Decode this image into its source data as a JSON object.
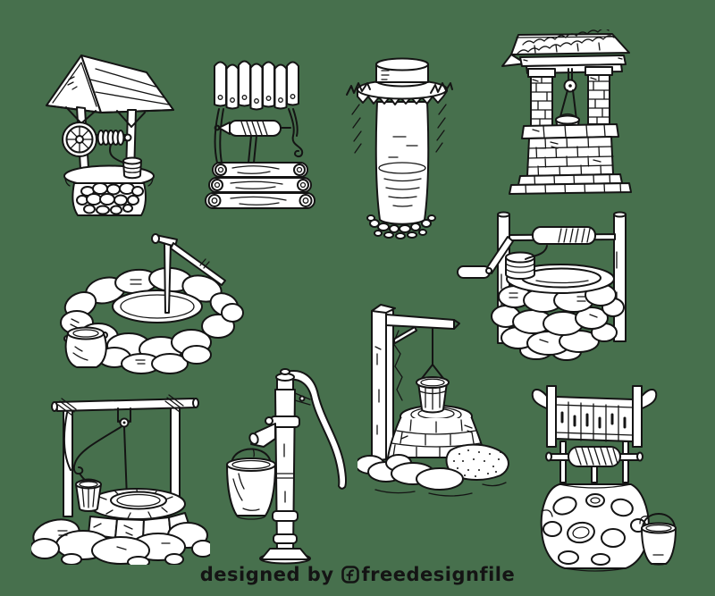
{
  "page": {
    "background": "#47704D",
    "ink": "#141414",
    "paper": "#ffffff"
  },
  "watermark": {
    "designed_by": "designed by",
    "brand": "freedesignfile",
    "logo": "freedesignfile-logo"
  },
  "illustrations": [
    {
      "id": "well-gable-roof-wheel",
      "alt": "Wishing well with shingled gable roof, spoked crank wheel, windlass coil, rope bucket and cobblestone base"
    },
    {
      "id": "well-log-plank-windlass",
      "alt": "Log well with vertical plank back, spindle roller with rope wrap, curved crank hook and three stacked log base"
    },
    {
      "id": "well-concrete-cylinder",
      "alt": "Underground concrete cylinder well casing with cap, grass fringe at ground level, water inside and gravel at the bottom"
    },
    {
      "id": "well-brick-pillars-tiled-roof",
      "alt": "Brick masonry well with two pillars, tiled gable roof, hanging pulley with small bucket and stepped plinth"
    },
    {
      "id": "well-stone-ring-sweep",
      "alt": "Low round boulder stone well with wooden sweep pole and a clay pot beside it"
    },
    {
      "id": "well-stone-windlass-crank",
      "alt": "Round stone well with two posts, windlass roller, left crank handle and coiled rope on the rim"
    },
    {
      "id": "well-frame-rope-bucket",
      "alt": "Rough stone well with wooden post-and-beam frame, center pulley, slack rope and staved wooden bucket"
    },
    {
      "id": "hand-water-pump",
      "alt": "Cast iron pitcher hand pump with long curved handle, left spout dripping into a hanging bucket and flanged base"
    },
    {
      "id": "well-post-jib-bucket",
      "alt": "Tapered brick well with square wooden post, jib arm, hanging staved bucket, rocks and stippled sand mound"
    },
    {
      "id": "well-pebble-windlass-bucket",
      "alt": "Pebble-decorated well with plank top rail, curled side horns, windlass spool and a metal bucket at the right"
    }
  ]
}
